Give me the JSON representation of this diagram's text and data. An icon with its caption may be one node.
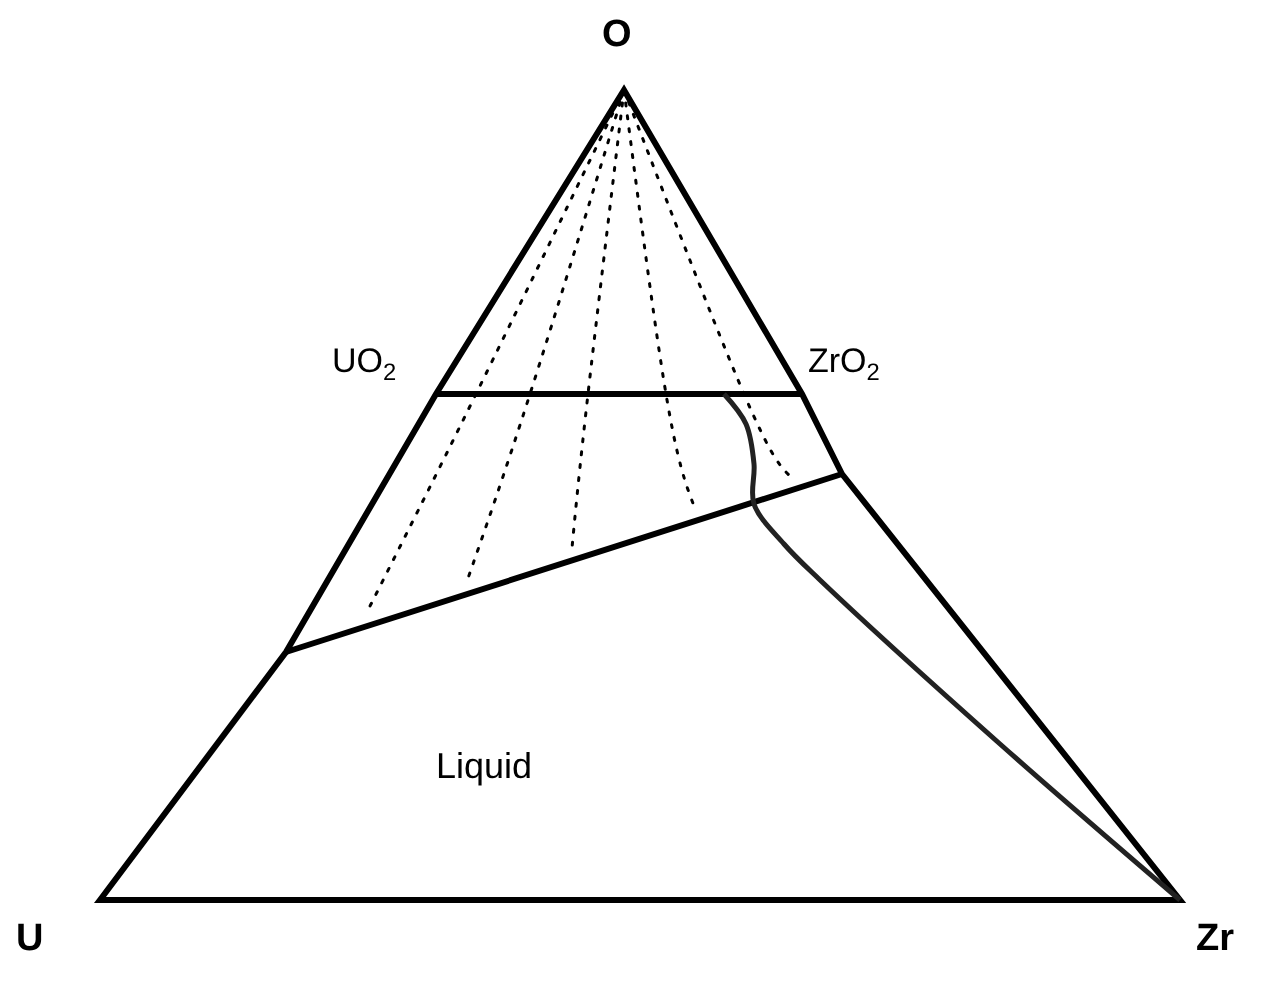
{
  "diagram": {
    "labels": [
      "O",
      "UO$_{2}$",
      "ZrO$_{2}$",
      "Liquid",
      "U",
      "Zr"
    ]
  }
}
